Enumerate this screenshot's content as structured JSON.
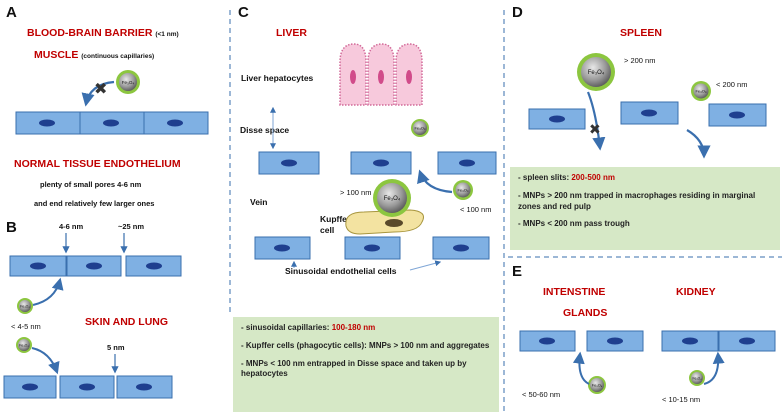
{
  "panel_a": {
    "letter": "A",
    "bbb": "BLOOD-BRAIN BARRIER",
    "bbb_note": "(<1 nm)",
    "muscle": "MUSCLE",
    "muscle_note": "(continuous capillaries)",
    "normal_title": "NORMAL TISSUE ENDOTHELIUM",
    "normal_line1": "plenty of small pores 4-6 nm",
    "normal_line2": "and end relatively few larger ones"
  },
  "panel_b": {
    "letter": "B",
    "pore_small": "4-6 nm",
    "pore_large": "~25 nm",
    "particle_size": "< 4-5 nm",
    "skin_lung": "SKIN AND LUNG",
    "gap": "5 nm"
  },
  "panel_c": {
    "letter": "C",
    "title": "LIVER",
    "hepatocytes": "Liver hepatocytes",
    "disse": "Disse space",
    "vein": "Vein",
    "kupffer": "Kupffer cell",
    "large_size": "> 100 nm",
    "small_size": "< 100 nm",
    "sinusoidal": "Sinusoidal endothelial cells",
    "info_line1_prefix": "- sinusoidal capillaries: ",
    "info_line1_value": "100-180 nm",
    "info_line2": "- Kupffer cells (phagocytic cells): MNPs > 100 nm and aggregates",
    "info_line3": "- MNPs < 100 nm entrapped in Disse space and taken up by hepatocytes"
  },
  "panel_d": {
    "letter": "D",
    "title": "SPLEEN",
    "large_size": "> 200 nm",
    "small_size": "< 200 nm",
    "info_line1_prefix": "- spleen slits: ",
    "info_line1_value": "200-500 nm",
    "info_line2": "- MNPs > 200 nm trapped in macrophages residing in marginal zones and red pulp",
    "info_line3": "- MNPs < 200 nm pass trough"
  },
  "panel_e": {
    "letter": "E",
    "intestine": "INTENSTINE",
    "glands": "GLANDS",
    "kidney": "KIDNEY",
    "intestine_size": "< 50-60 nm",
    "kidney_size": "< 10-15 nm"
  },
  "particle": {
    "label_base": "Fe",
    "label_sub1": "3",
    "label_o": "O",
    "label_sub2": "4"
  },
  "colors": {
    "cell_fill": "#7fb0e3",
    "cell_stroke": "#3a6fae",
    "nucleus": "#1f3f8f",
    "particle_ring": "#8cc63f",
    "info_bg": "#d6e8c6",
    "accent_red": "#c00000",
    "hepatocyte_fill": "#f7c9dc",
    "hepatocyte_stroke": "#d26a99",
    "kupffer_fill": "#f3e3a1"
  }
}
